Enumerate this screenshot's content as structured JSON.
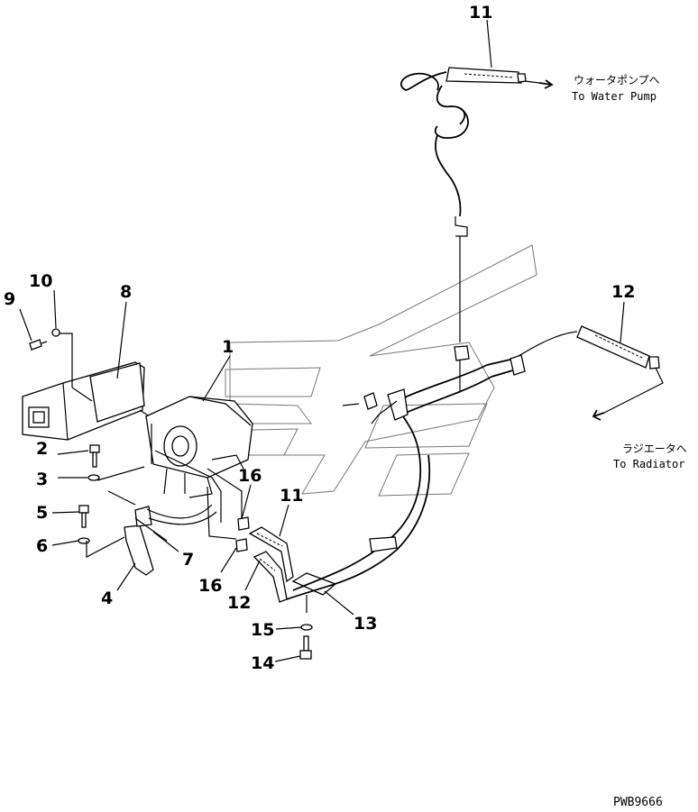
{
  "labels": {
    "n1": "1",
    "n2": "2",
    "n3": "3",
    "n4": "4",
    "n5": "5",
    "n6": "6",
    "n7": "7",
    "n8": "8",
    "n9": "9",
    "n10": "10",
    "n11_top": "11",
    "n11_mid": "11",
    "n12_right": "12",
    "n12_mid": "12",
    "n13": "13",
    "n14": "14",
    "n15": "15",
    "n16_upper": "16",
    "n16_lower": "16"
  },
  "notes": {
    "water_pump_jp": "ウォータポンプへ",
    "water_pump_en": "To Water Pump",
    "radiator_jp": "ラジエータへ",
    "radiator_en": "To Radiator"
  },
  "drawing_code": "PWB9666"
}
